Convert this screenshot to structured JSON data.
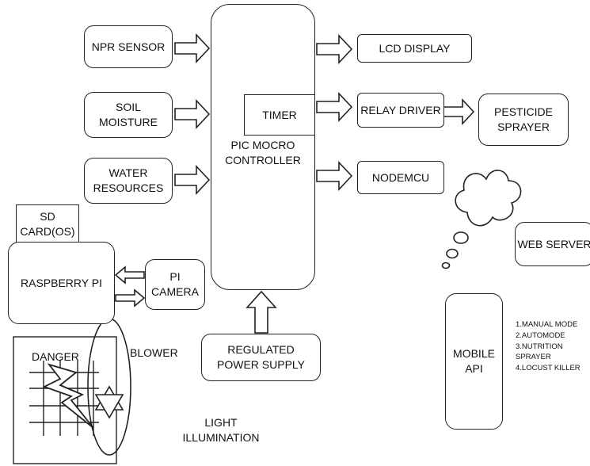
{
  "blocks": {
    "npr_sensor": "NPR SENSOR",
    "soil_moisture_1": "SOIL",
    "soil_moisture_2": "MOISTURE",
    "water_resources_1": "WATER",
    "water_resources_2": "RESOURCES",
    "controller_1": "PIC MOCRO",
    "controller_2": "CONTROLLER",
    "timer": "TIMER",
    "lcd_display": "LCD DISPLAY",
    "relay_driver": "RELAY DRIVER",
    "pesticide_sprayer_1": "PESTICIDE",
    "pesticide_sprayer_2": "SPRAYER",
    "nodemcu": "NODEMCU",
    "sd_card_1": "SD",
    "sd_card_2": "CARD(OS)",
    "raspberry_pi": "RASPBERRY PI",
    "pi_camera_1": "PI",
    "pi_camera_2": "CAMERA",
    "power_supply_1": "REGULATED",
    "power_supply_2": "POWER SUPPLY",
    "web_server": "WEB SERVER",
    "mobile_api_1": "MOBILE",
    "mobile_api_2": "API",
    "danger": "DANGER",
    "blower": "BLOWER",
    "light_1": "LIGHT",
    "light_2": "ILLUMINATION"
  },
  "mobile_modes": [
    "1.MANUAL MODE",
    "2.AUTOMODE",
    "3.NUTRITION",
    "SPRAYER",
    "4.LOCUST KILLER"
  ]
}
